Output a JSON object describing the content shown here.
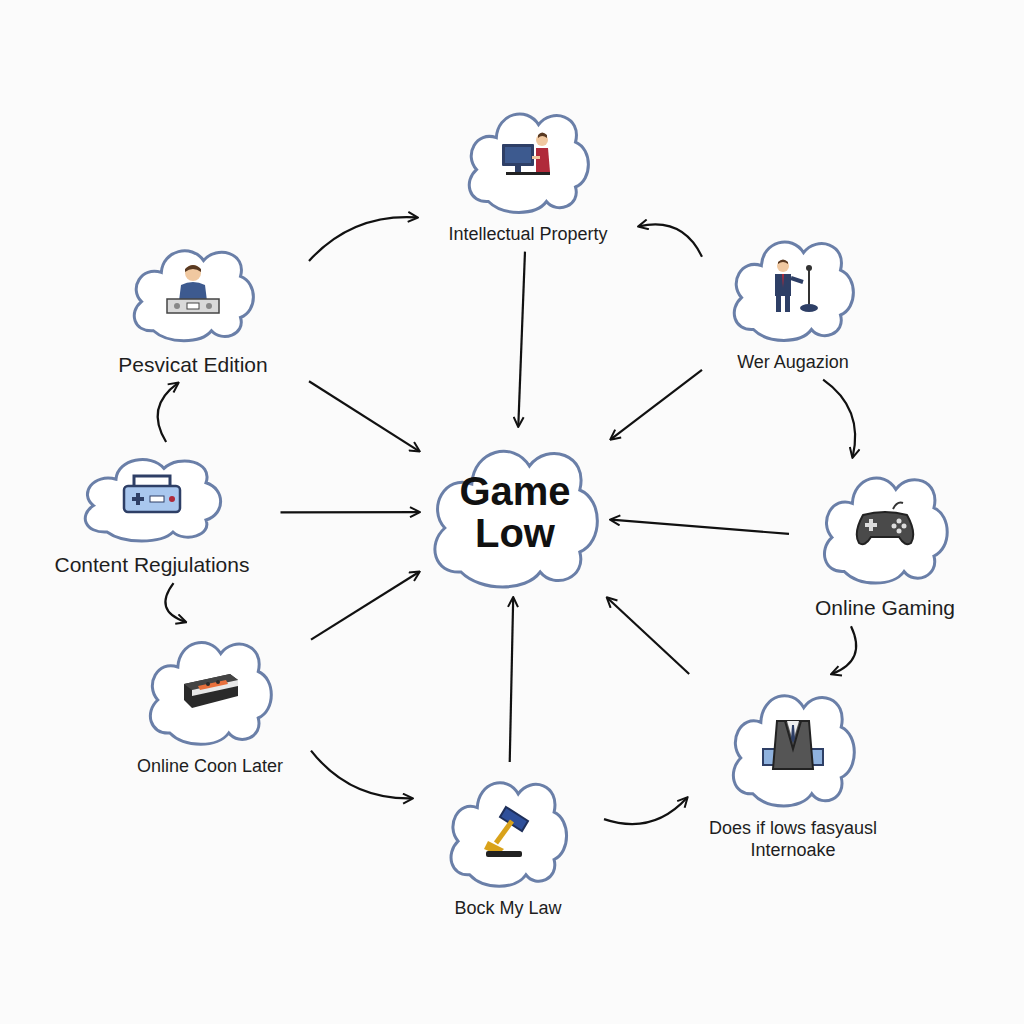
{
  "diagram": {
    "nodes": [
      {
        "text": [
          "Intellectual Property"
        ]
      },
      {
        "text": [
          "Pesvicat Edition"
        ]
      },
      {
        "text": [
          "Wer Augazion"
        ]
      },
      {
        "text": [
          "Content Regjulations"
        ]
      },
      {
        "text": [
          "Game Low"
        ]
      },
      {
        "text": [
          "Online Gaming"
        ]
      },
      {
        "text": [
          "Online Coon Later"
        ]
      },
      {
        "text": [
          "Does if lows fasyausl Internoake"
        ]
      },
      {
        "text": [
          "Bock My Law"
        ]
      }
    ],
    "edges": [
      {
        "from": 0,
        "to": 4,
        "arrow": "to"
      },
      {
        "from": 1,
        "to": 4,
        "arrow": "to"
      },
      {
        "from": 2,
        "to": 4,
        "arrow": "to"
      },
      {
        "from": 3,
        "to": 4,
        "arrow": "to"
      },
      {
        "from": 5,
        "to": 4,
        "arrow": "to"
      },
      {
        "from": 6,
        "to": 4,
        "arrow": "to"
      },
      {
        "from": 8,
        "to": 4,
        "arrow": "to"
      },
      {
        "from": 7,
        "to": 4,
        "arrow": "to"
      },
      {
        "from": 3,
        "to": 1,
        "arrow": "to"
      },
      {
        "from": 1,
        "to": 0,
        "arrow": "to"
      },
      {
        "from": 2,
        "to": 0,
        "arrow": "to"
      },
      {
        "from": 2,
        "to": 5,
        "arrow": "to"
      },
      {
        "from": 5,
        "to": 7,
        "arrow": "to"
      },
      {
        "from": 8,
        "to": 7,
        "arrow": "to"
      },
      {
        "from": 6,
        "to": 8,
        "arrow": "to"
      },
      {
        "from": 3,
        "to": 6,
        "arrow": "to"
      }
    ]
  }
}
